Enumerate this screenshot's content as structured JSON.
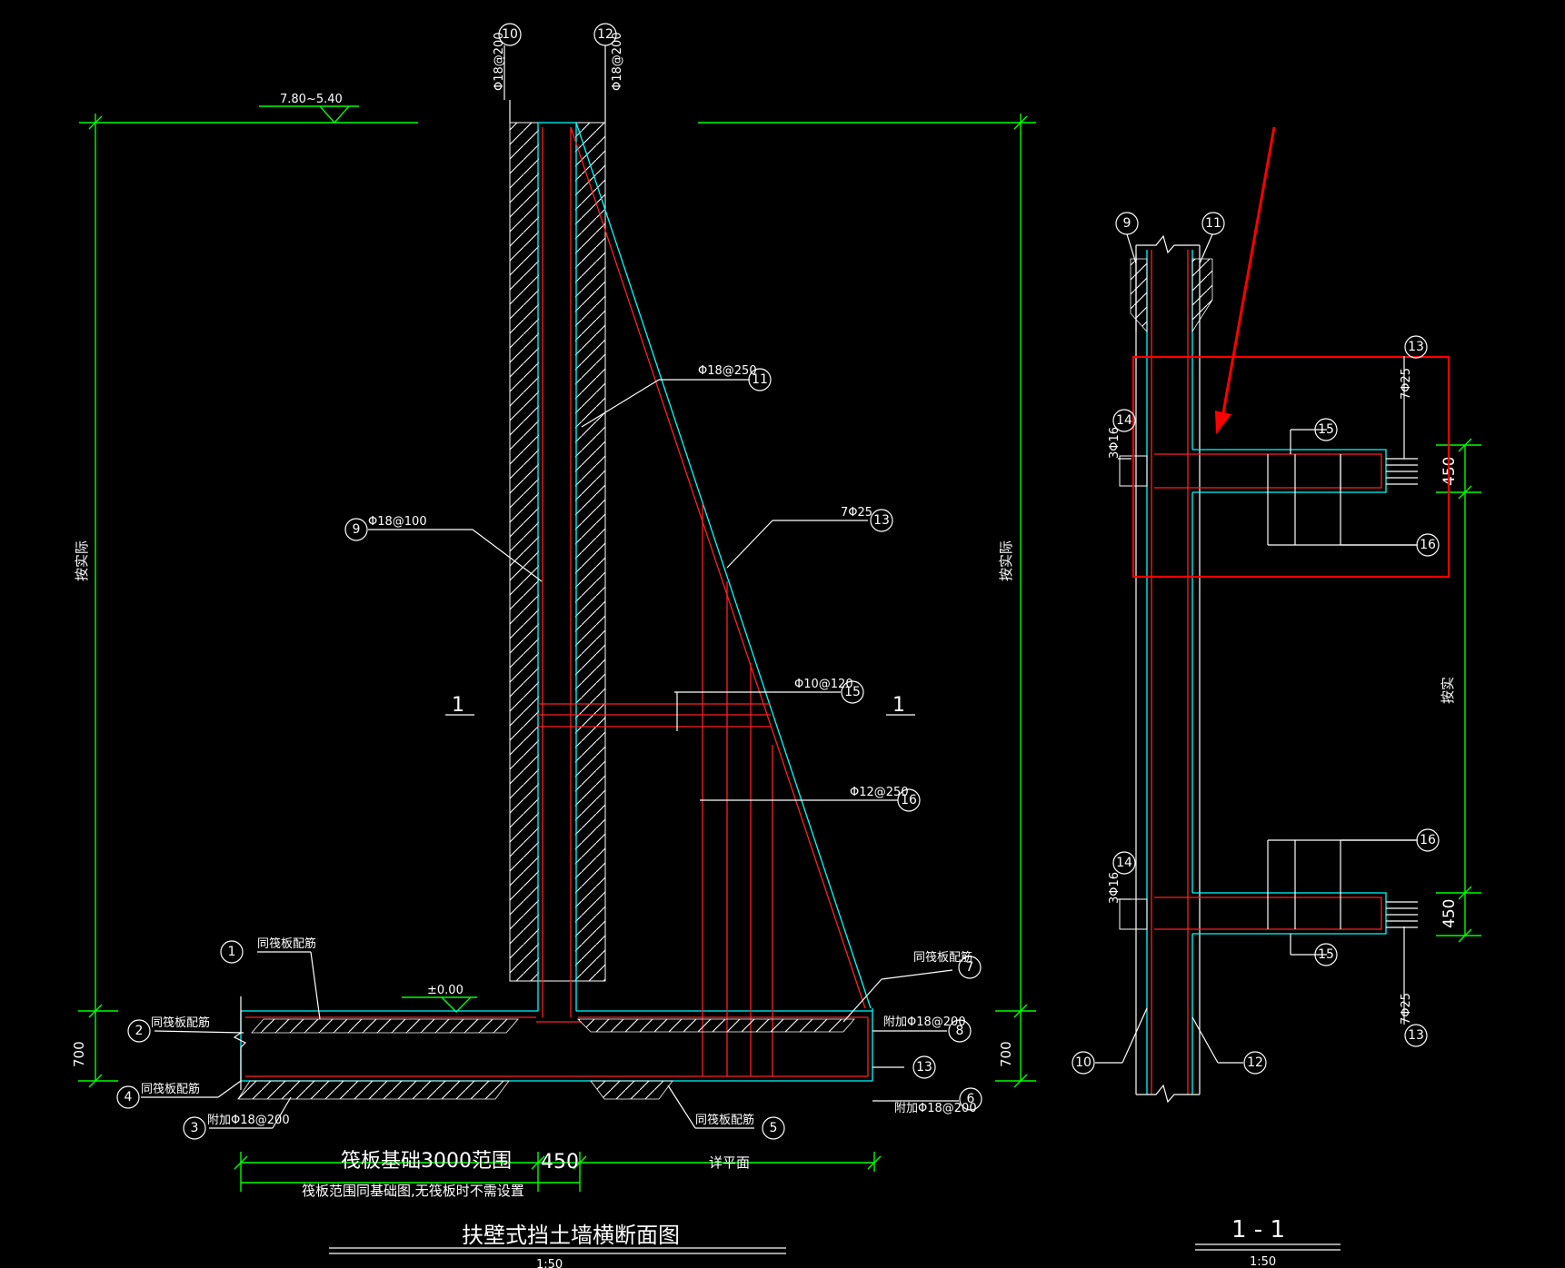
{
  "main_drawing": {
    "title": "扶壁式挡土墙横断面图",
    "scale": "1:50",
    "elevation_top": "7.80~5.40",
    "elevation_zero": "±0.00",
    "height_left_label": "按实际",
    "height_right_label": "按实际",
    "base_thickness_left": "700",
    "base_thickness_right": "700",
    "section_mark_left": "1",
    "section_mark_right": "1",
    "dim_raft_range": "筏板基础3000范围",
    "dim_wall": "450",
    "dim_foot": "详平面",
    "note_raft": "筏板范围同基础图,无筏板时不需设置",
    "callouts": [
      {
        "num": "1",
        "text": "同筏板配筋"
      },
      {
        "num": "2",
        "text": "同筏板配筋"
      },
      {
        "num": "3",
        "text": "附加Φ18@200"
      },
      {
        "num": "4",
        "text": "同筏板配筋"
      },
      {
        "num": "5",
        "text": "同筏板配筋"
      },
      {
        "num": "6",
        "text": "附加Φ18@200"
      },
      {
        "num": "7",
        "text": "同筏板配筋"
      },
      {
        "num": "8",
        "text": "附加Φ18@200"
      },
      {
        "num": "9",
        "text": "Φ18@100"
      },
      {
        "num": "10",
        "text": "Φ18@200"
      },
      {
        "num": "11",
        "text": "Φ18@250"
      },
      {
        "num": "12",
        "text": "Φ18@200"
      },
      {
        "num": "13",
        "text": "7Φ25"
      },
      {
        "num": "13b",
        "text": ""
      },
      {
        "num": "15",
        "text": "Φ10@120"
      },
      {
        "num": "16",
        "text": "Φ12@250"
      }
    ]
  },
  "section_drawing": {
    "title": "1 - 1",
    "scale": "1:50",
    "dim_top": "450",
    "dim_middle": "按实",
    "dim_bottom": "450",
    "top_callouts": {
      "n9": "9",
      "n11": "11",
      "n13": "13",
      "n13_text": "7Φ25",
      "n14": "14",
      "n14_text": "3Φ16",
      "n15": "15",
      "n16": "16"
    },
    "bottom_callouts": {
      "n14": "14",
      "n14_text": "3Φ16",
      "n16": "16",
      "n15": "15",
      "n13": "13",
      "n13_text": "7Φ25",
      "n10": "10",
      "n12": "12"
    }
  },
  "colors": {
    "background": "#000000",
    "dimension": "#00ff00",
    "rebar": "#ff2020",
    "concrete_outline": "#00ffff",
    "annotation": "#ffffff",
    "highlight": "#ff0000"
  }
}
